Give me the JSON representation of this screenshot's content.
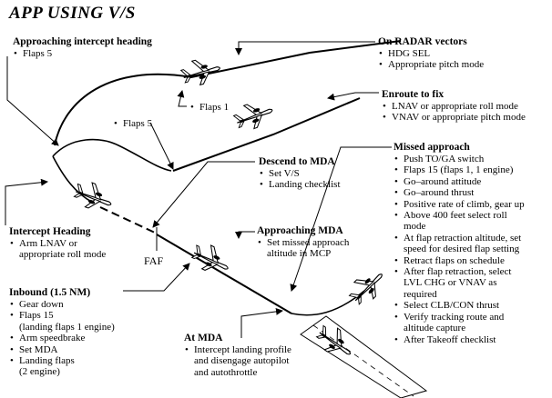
{
  "title": "APP USING V/S",
  "faf_label": "FAF",
  "callouts": {
    "approaching_intercept": {
      "heading": "Approaching intercept heading",
      "items": [
        "Flaps 5"
      ]
    },
    "on_radar": {
      "heading": "On RADAR vectors",
      "items": [
        "HDG SEL",
        "Appropriate pitch mode"
      ]
    },
    "flaps1": {
      "items": [
        "Flaps 1"
      ]
    },
    "flaps5": {
      "items": [
        "Flaps 5"
      ]
    },
    "enroute": {
      "heading": "Enroute to fix",
      "items": [
        "LNAV or appropriate roll mode",
        "VNAV or appropriate pitch mode"
      ]
    },
    "descend_mda": {
      "heading": "Descend to MDA",
      "items": [
        "Set V/S",
        "Landing checklist"
      ]
    },
    "missed": {
      "heading": "Missed approach",
      "items": [
        "Push TO/GA switch",
        "Flaps 15 (flaps 1, 1 engine)",
        "Go–around attitude",
        "Go–around thrust",
        "Positive rate of climb, gear up",
        "Above 400 feet select roll",
        "mode",
        "At flap retraction altitude, set",
        "speed for desired flap setting",
        "Retract flaps on schedule",
        "After flap retraction, select",
        "LVL CHG or VNAV as",
        "required",
        "Select CLB/CON thrust",
        "Verify tracking route and",
        "altitude capture",
        "After Takeoff checklist"
      ]
    },
    "intercept_heading": {
      "heading": "Intercept Heading",
      "items": [
        "Arm LNAV or",
        "appropriate roll mode"
      ]
    },
    "approaching_mda": {
      "heading": "Approaching MDA",
      "items": [
        "Set missed approach",
        "altitude in MCP"
      ]
    },
    "inbound": {
      "heading": "Inbound (1.5 NM)",
      "items": [
        "Gear down",
        "Flaps 15",
        "(landing flaps 1 engine)",
        "Arm speedbrake",
        "Set MDA",
        "Landing flaps",
        "(2 engine)"
      ]
    },
    "at_mda": {
      "heading": "At MDA",
      "items": [
        "Intercept landing profile",
        "and disengage autopilot",
        "and autothrottle"
      ]
    }
  }
}
